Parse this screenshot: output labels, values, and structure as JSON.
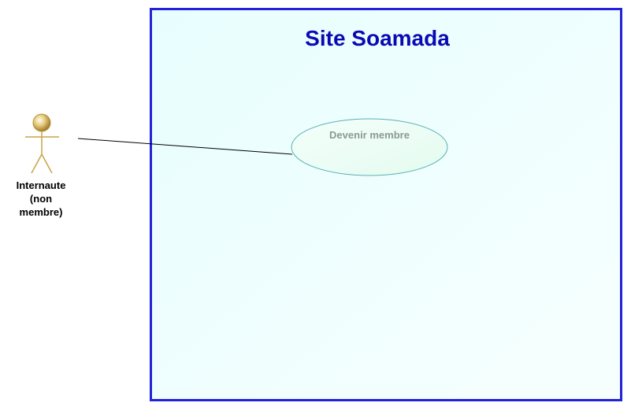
{
  "system": {
    "title": "Site Soamada",
    "border_color": "#2222dd",
    "title_color": "#0a0ab4",
    "fill_top": "#e8fefe",
    "fill_bottom": "#f6fffe"
  },
  "actor": {
    "label_lines": [
      "Internaute",
      "(non",
      "membre)"
    ],
    "icon": "stick-figure-actor-icon",
    "color": "#c9a44a"
  },
  "use_case": {
    "label": "Devenir membre",
    "text_color": "#8c9a92",
    "fill_color": "#e4fbef",
    "border_color": "#5ab0b8"
  },
  "association": {
    "from": "actor",
    "to": "use_case"
  }
}
